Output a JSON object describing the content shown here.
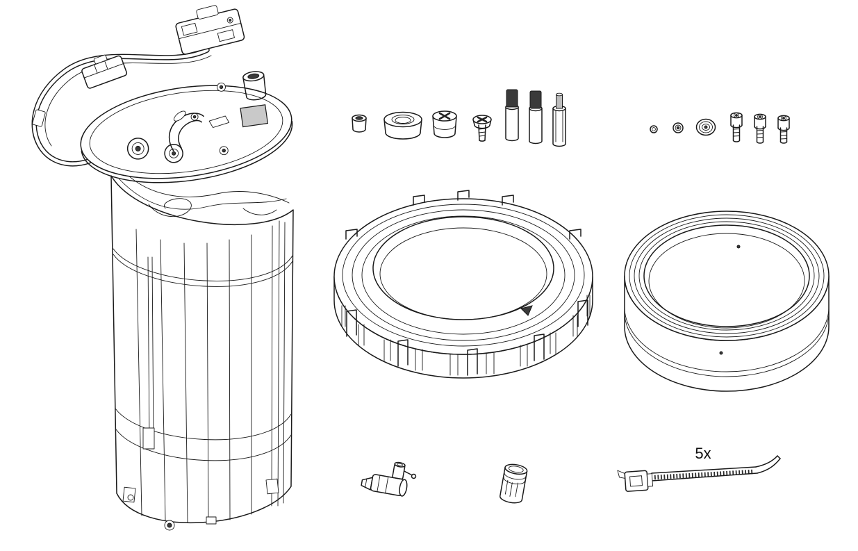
{
  "diagram": {
    "type": "parts-diagram",
    "background_color": "#ffffff",
    "line_color": "#1a1a1a",
    "labels": {
      "cable_tie_quantity": "5x"
    },
    "parts": [
      {
        "name": "heater-tank-module-with-harness"
      },
      {
        "name": "small-seal-grommet"
      },
      {
        "name": "rubber-bushing"
      },
      {
        "name": "cap-nut"
      },
      {
        "name": "screw"
      },
      {
        "name": "contact-pin-sleeve-a"
      },
      {
        "name": "contact-pin-sleeve-b"
      },
      {
        "name": "contact-pin-sleeve-c"
      },
      {
        "name": "o-ring-small"
      },
      {
        "name": "washer-small"
      },
      {
        "name": "sealing-washer"
      },
      {
        "name": "socket-head-bolt-a"
      },
      {
        "name": "socket-head-bolt-b"
      },
      {
        "name": "socket-head-bolt-c"
      },
      {
        "name": "threaded-locking-ring"
      },
      {
        "name": "mounting-ring"
      },
      {
        "name": "vent-valve-fitting"
      },
      {
        "name": "sealing-plug"
      },
      {
        "name": "cable-tie"
      }
    ]
  }
}
